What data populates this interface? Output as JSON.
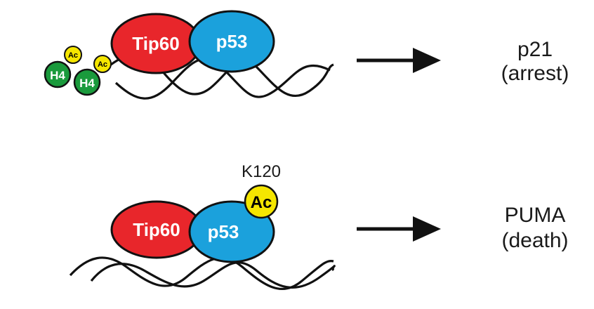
{
  "top": {
    "proteins": {
      "left": "Tip60",
      "right": "p53"
    },
    "histones": [
      {
        "label": "H4",
        "mark": "Ac"
      },
      {
        "label": "H4",
        "mark": "Ac"
      }
    ],
    "output": {
      "gene": "p21",
      "outcome": "(arrest)"
    }
  },
  "bottom": {
    "proteins": {
      "left": "Tip60",
      "right": "p53"
    },
    "modification": {
      "site": "K120",
      "mark": "Ac"
    },
    "output": {
      "gene": "PUMA",
      "outcome": "(death)"
    }
  },
  "colors": {
    "tip60": "#e8262b",
    "p53": "#1ba1dc",
    "histone": "#1a9a3c",
    "acetyl": "#f5e600",
    "stroke": "#111111"
  }
}
